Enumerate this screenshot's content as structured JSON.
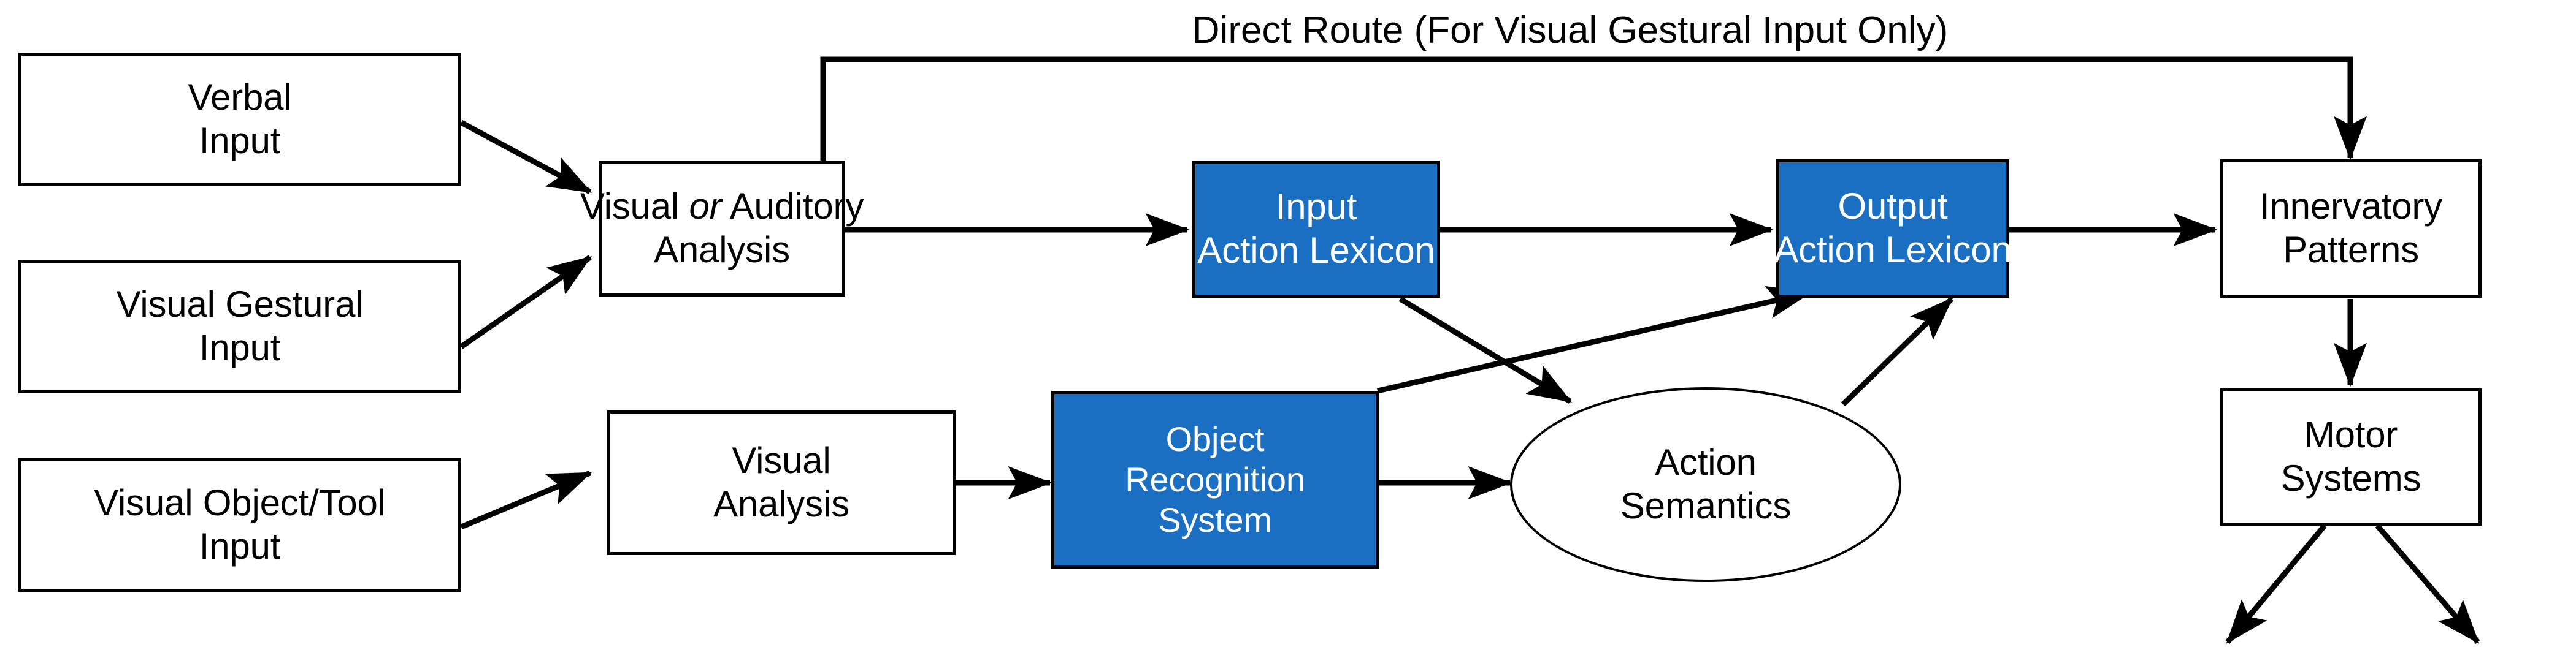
{
  "figure": {
    "title_annotation": "Direct Route (For Visual Gestural Input Only)",
    "accent_color": "#1b6fc2",
    "stroke_color": "#000000",
    "background_color": "#ffffff"
  },
  "nodes": {
    "verbal_input": {
      "line1": "Verbal",
      "line2": "Input"
    },
    "visual_gestural_input": {
      "line1": "Visual Gestural",
      "line2": "Input"
    },
    "visual_object_tool_input": {
      "line1": "Visual Object/Tool",
      "line2": "Input"
    },
    "visual_or_auditory_analysis": {
      "line1_a": "Visual ",
      "line1_b": "or",
      "line1_c": " Auditory",
      "line2": "Analysis"
    },
    "input_action_lexicon": {
      "line1": "Input",
      "line2": "Action Lexicon"
    },
    "output_action_lexicon": {
      "line1": "Output",
      "line2": "Action Lexicon"
    },
    "innervatory_patterns": {
      "line1": "Innervatory",
      "line2": "Patterns"
    },
    "motor_systems": {
      "line1": "Motor",
      "line2": "Systems"
    },
    "visual_analysis": {
      "line1": "Visual",
      "line2": "Analysis"
    },
    "object_recognition_system": {
      "line1": "Object",
      "line2": "Recognition",
      "line3": "System"
    },
    "action_semantics": {
      "line1": "Action",
      "line2": "Semantics"
    }
  },
  "edges": [
    {
      "id": "verbal-to-analysis",
      "from": "verbal_input",
      "to": "visual_or_auditory_analysis"
    },
    {
      "id": "gestural-to-analysis",
      "from": "visual_gestural_input",
      "to": "visual_or_auditory_analysis"
    },
    {
      "id": "object-to-visual-analysis",
      "from": "visual_object_tool_input",
      "to": "visual_analysis"
    },
    {
      "id": "analysis-to-input-lexicon",
      "from": "visual_or_auditory_analysis",
      "to": "input_action_lexicon"
    },
    {
      "id": "input-lexicon-to-output-lexicon",
      "from": "input_action_lexicon",
      "to": "output_action_lexicon"
    },
    {
      "id": "output-lexicon-to-innervatory",
      "from": "output_action_lexicon",
      "to": "innervatory_patterns"
    },
    {
      "id": "innervatory-to-motor",
      "from": "innervatory_patterns",
      "to": "motor_systems"
    },
    {
      "id": "visual-analysis-to-object-recognition",
      "from": "visual_analysis",
      "to": "object_recognition_system"
    },
    {
      "id": "object-recognition-to-action-semantics",
      "from": "object_recognition_system",
      "to": "action_semantics"
    },
    {
      "id": "input-lexicon-to-action-semantics",
      "from": "input_action_lexicon",
      "to": "action_semantics"
    },
    {
      "id": "object-recognition-to-output-lexicon",
      "from": "object_recognition_system",
      "to": "output_action_lexicon"
    },
    {
      "id": "action-semantics-to-output-lexicon",
      "from": "action_semantics",
      "to": "output_action_lexicon"
    },
    {
      "id": "direct-route",
      "from": "visual_or_auditory_analysis",
      "to": "innervatory_patterns",
      "label": "Direct Route (For Visual Gestural Input Only)"
    },
    {
      "id": "motor-output-left",
      "from": "motor_systems",
      "to": ""
    },
    {
      "id": "motor-output-right",
      "from": "motor_systems",
      "to": ""
    }
  ]
}
